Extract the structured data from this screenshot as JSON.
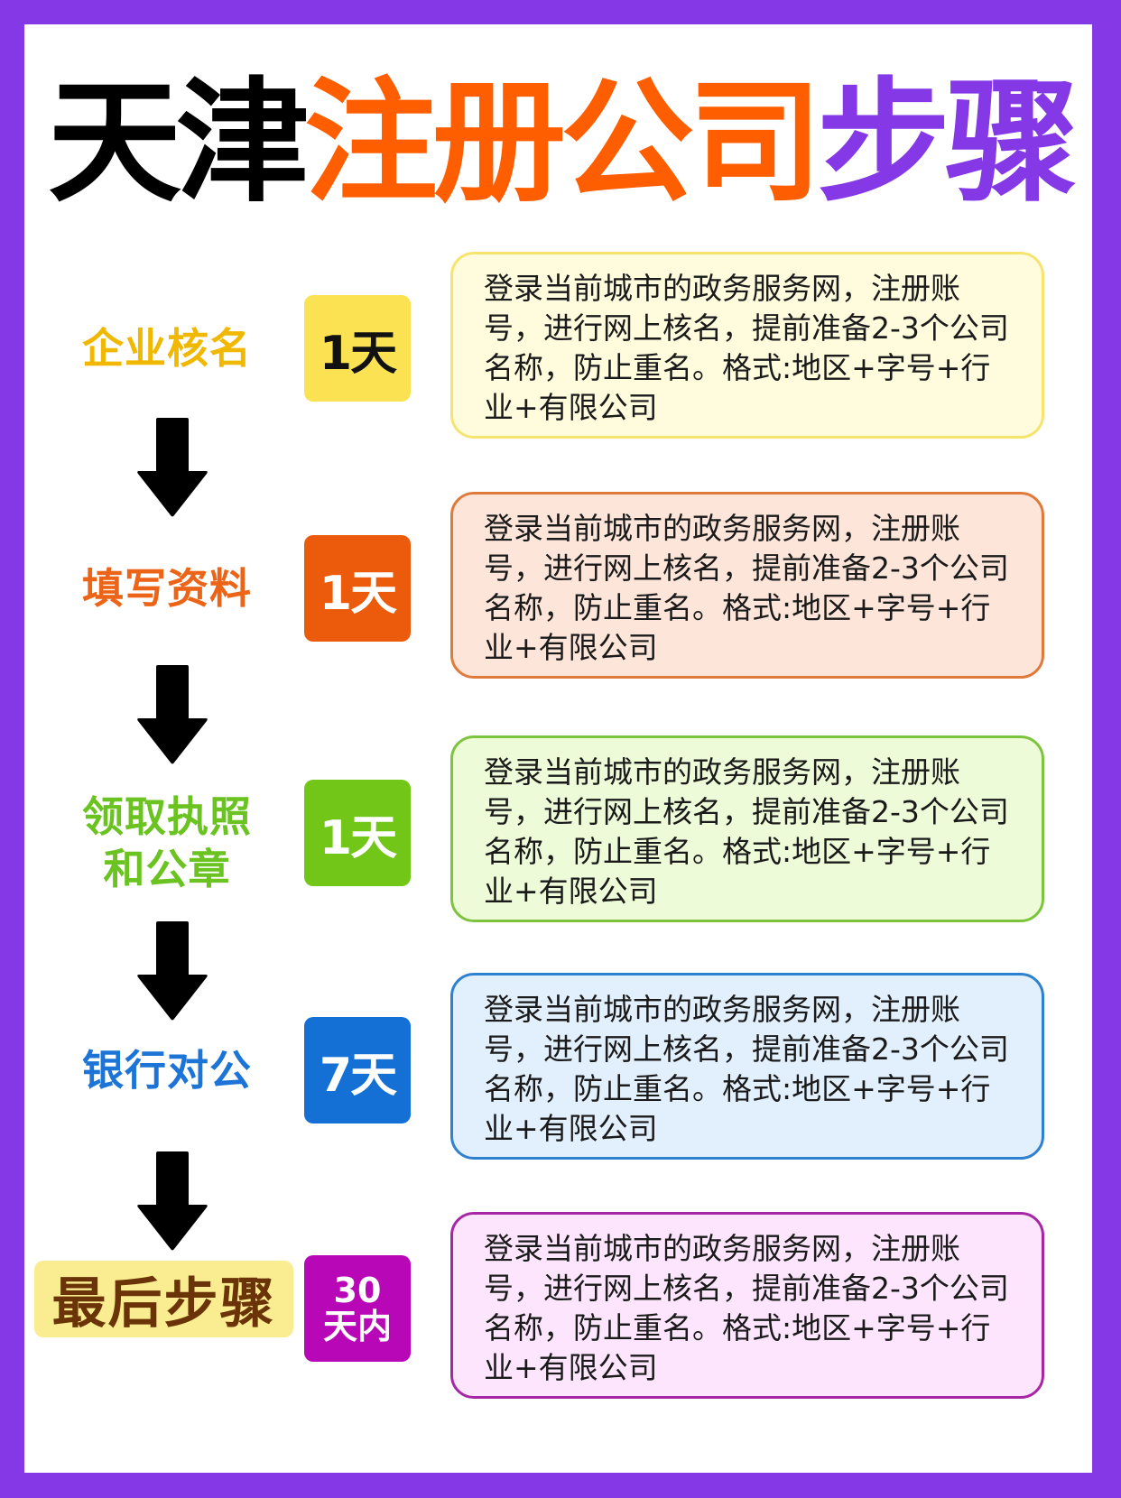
{
  "title": {
    "part1": "天津",
    "part2": "注册公司",
    "part3": "步骤",
    "colors": {
      "part1": "#000000",
      "part2": "#ff5e00",
      "part3": "#8438e6"
    }
  },
  "frame": {
    "border_color": "#8438e6",
    "background": "#ffffff"
  },
  "steps": [
    {
      "label": "企业核名",
      "label_color": "#f0b800",
      "duration": "1天",
      "badge_bg": "#fbe253",
      "badge_text_color": "#111111",
      "description": "登录当前城市的政务服务网，注册账号，进行网上核名，提前准备2-3个公司名称，防止重名。格式:地区+字号+行业+有限公司",
      "box_bg": "#fffbdd",
      "box_border": "#f5e46e"
    },
    {
      "label": "填写资料",
      "label_color": "#ec6418",
      "duration": "1天",
      "badge_bg": "#ec5a0c",
      "badge_text_color": "#ffffff",
      "description": "登录当前城市的政务服务网，注册账号，进行网上核名，提前准备2-3个公司名称，防止重名。格式:地区+字号+行业+有限公司",
      "box_bg": "#fde5d9",
      "box_border": "#e07a3a"
    },
    {
      "label": "领取执照和公章",
      "label_line1": "领取执照",
      "label_line2": "和公章",
      "label_color": "#6ac320",
      "duration": "1天",
      "badge_bg": "#72c617",
      "badge_text_color": "#ffffff",
      "description": "登录当前城市的政务服务网，注册账号，进行网上核名，提前准备2-3个公司名称，防止重名。格式:地区+字号+行业+有限公司",
      "box_bg": "#eefbd8",
      "box_border": "#7dc43e"
    },
    {
      "label": "银行对公",
      "label_color": "#1b74d6",
      "duration": "7天",
      "badge_bg": "#1570d6",
      "badge_text_color": "#ffffff",
      "description": "登录当前城市的政务服务网，注册账号，进行网上核名，提前准备2-3个公司名称，防止重名。格式:地区+字号+行业+有限公司",
      "box_bg": "#e2effc",
      "box_border": "#2e80d0"
    },
    {
      "label": "最后步骤",
      "label_color": "#6b3408",
      "label_bg": "#faec90",
      "duration_line1": "30",
      "duration_line2": "天内",
      "badge_bg": "#b707b7",
      "badge_text_color": "#ffffff",
      "description": "登录当前城市的政务服务网，注册账号，进行网上核名，提前准备2-3个公司名称，防止重名。格式:地区+字号+行业+有限公司",
      "box_bg": "#fde6fd",
      "box_border": "#a626a6"
    }
  ],
  "connectors": [
    {
      "icon": "arrow-down-icon",
      "color": "#000000"
    },
    {
      "icon": "arrow-down-icon",
      "color": "#000000"
    },
    {
      "icon": "arrow-down-icon",
      "color": "#000000"
    },
    {
      "icon": "arrow-down-icon",
      "color": "#000000"
    }
  ]
}
